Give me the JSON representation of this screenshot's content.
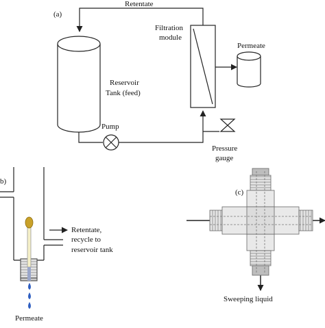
{
  "panel_a": {
    "label": "(a)",
    "retentate": "Retentate",
    "filtration_line1": "Filtration",
    "filtration_line2": "module",
    "permeate": "Permeate",
    "reservoir_line1": "Reservoir",
    "reservoir_line2": "Tank (feed)",
    "pump": "Pump",
    "pressure_line1": "Pressure",
    "pressure_line2": "gauge"
  },
  "panel_b": {
    "label": "b)",
    "retentate_line1": "Retentate,",
    "retentate_line2": "recycle to",
    "retentate_line3": "reservoir tank",
    "permeate": "Permeate"
  },
  "panel_c": {
    "label": "(c)",
    "sweeping": "Sweeping liquid"
  }
}
